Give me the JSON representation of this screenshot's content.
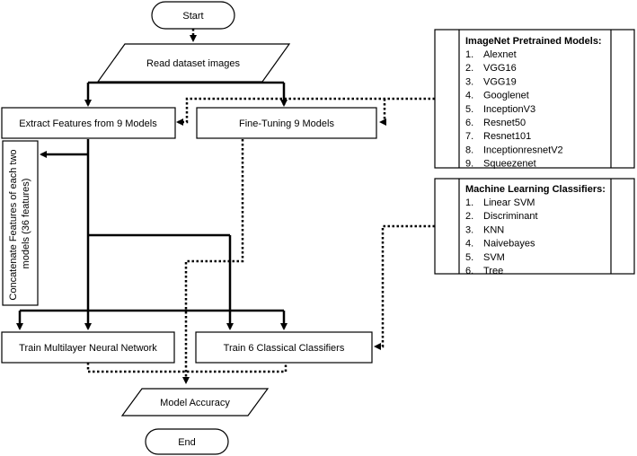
{
  "nodes": {
    "start": "Start",
    "read": "Read dataset images",
    "extract": "Extract Features from 9 Models",
    "finetune": "Fine-Tuning 9 Models",
    "concat": "Concatenate Features of each two  models (36 features)",
    "train_mlp": "Train Multilayer Neural Network",
    "train_classic": "Train 6 Classical Classifiers",
    "accuracy": "Model Accuracy",
    "end": "End"
  },
  "pretrained": {
    "title": "ImageNet Pretrained Models:",
    "items": [
      {
        "num": "1.",
        "label": "Alexnet"
      },
      {
        "num": "2.",
        "label": "VGG16"
      },
      {
        "num": "3.",
        "label": "VGG19"
      },
      {
        "num": "4.",
        "label": "Googlenet"
      },
      {
        "num": "5.",
        "label": "InceptionV3"
      },
      {
        "num": "6.",
        "label": "Resnet50"
      },
      {
        "num": "7.",
        "label": "Resnet101"
      },
      {
        "num": "8.",
        "label": "InceptionresnetV2"
      },
      {
        "num": "9.",
        "label": "Squeezenet"
      }
    ]
  },
  "classifiers": {
    "title": "Machine Learning Classifiers:",
    "items": [
      {
        "num": "1.",
        "label": "Linear SVM"
      },
      {
        "num": "2.",
        "label": "Discriminant"
      },
      {
        "num": "3.",
        "label": "KNN"
      },
      {
        "num": "4.",
        "label": "Naivebayes"
      },
      {
        "num": "5.",
        "label": "SVM"
      },
      {
        "num": "6.",
        "label": "Tree"
      }
    ]
  }
}
